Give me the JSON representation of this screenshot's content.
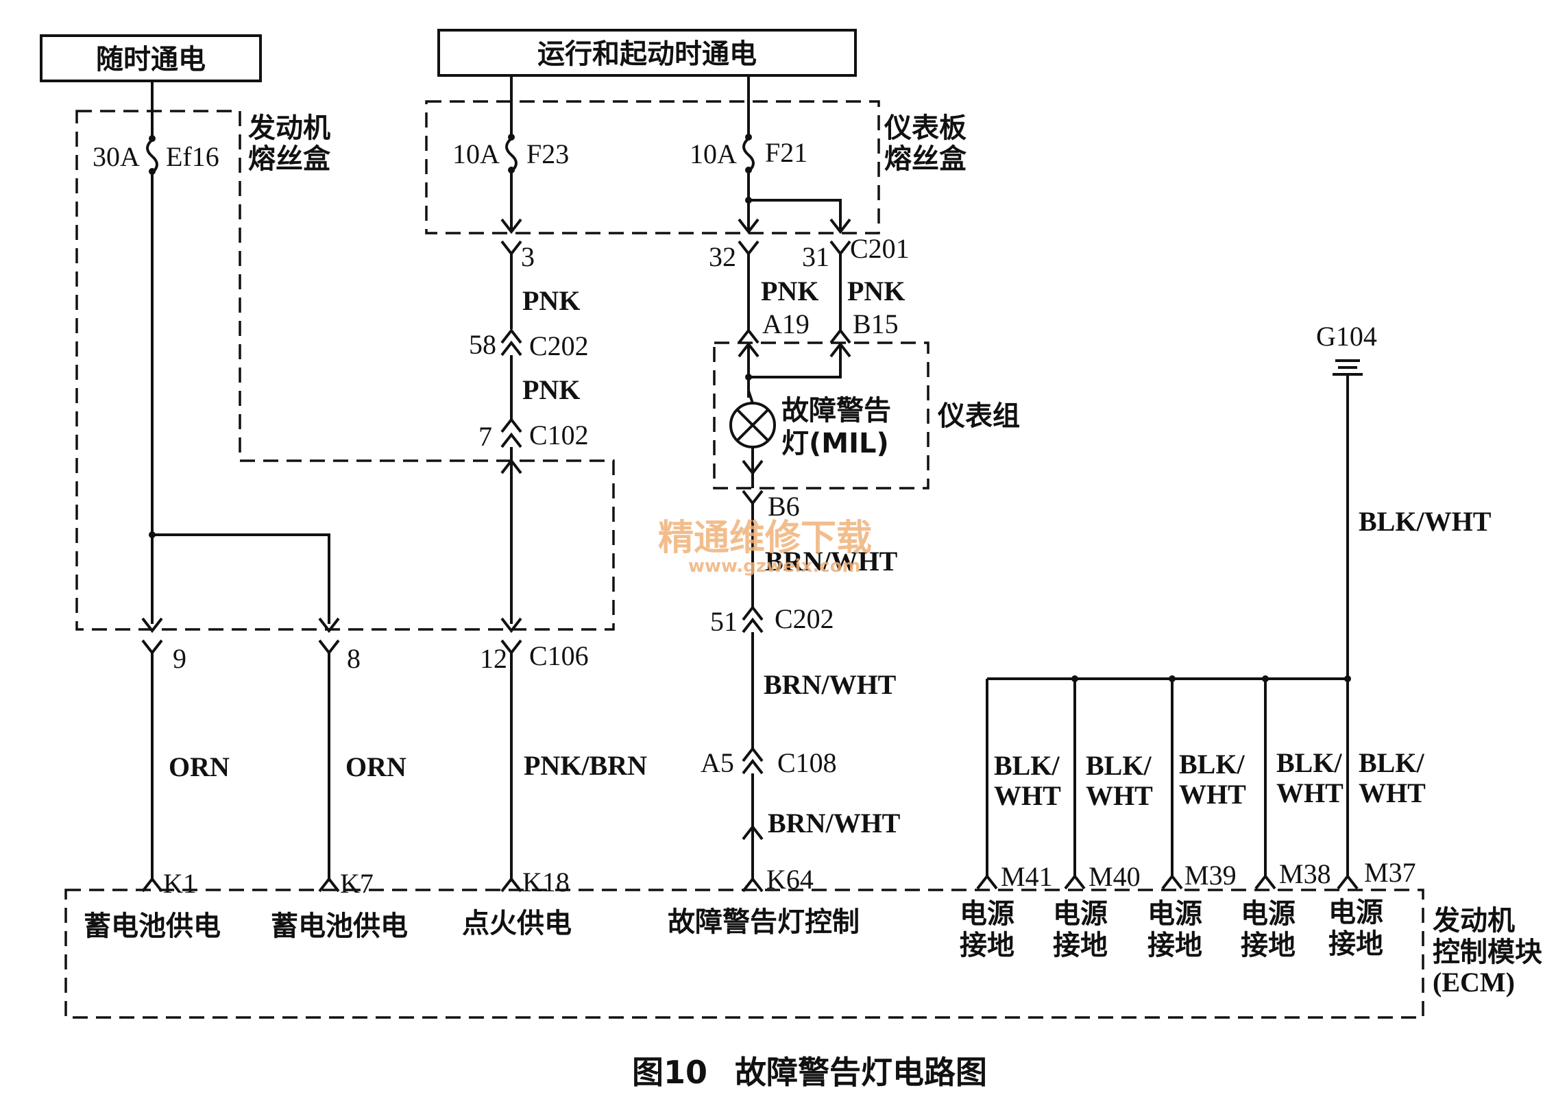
{
  "power": {
    "always_on": "随时通电",
    "run_start": "运行和起动时通电"
  },
  "fuse_boxes": {
    "engine": "发动机熔丝盒",
    "panel": "仪表板熔丝盒"
  },
  "fuses": [
    {
      "rating": "30A",
      "id": "Ef16"
    },
    {
      "rating": "10A",
      "id": "F23"
    },
    {
      "rating": "10A",
      "id": "F21"
    }
  ],
  "connectors": {
    "c201": "C201",
    "c202": "C202",
    "c102": "C102",
    "c106": "C106",
    "c108": "C108",
    "pin_3": "3",
    "pin_32": "32",
    "pin_31": "31",
    "pin_58": "58",
    "pin_7": "7",
    "pin_a19": "A19",
    "pin_b15": "B15",
    "pin_b6": "B6",
    "pin_51": "51",
    "pin_9": "9",
    "pin_8": "8",
    "pin_12": "12",
    "pin_a5": "A5"
  },
  "wires": {
    "pnk": "PNK",
    "orn": "ORN",
    "pnk_brn": "PNK/BRN",
    "brn_wht": "BRN/WHT",
    "blk_wht": "BLK/WHT",
    "blk_part": "BLK/",
    "wht_part": "WHT"
  },
  "cluster": {
    "name": "仪表组",
    "lamp_line1": "故障警告",
    "lamp_line2": "灯(MIL)"
  },
  "ground": "G104",
  "ecm": {
    "name_line1": "发动机",
    "name_line2": "控制模块",
    "name_line3": "(ECM)",
    "pins": [
      {
        "pin": "K1",
        "label": "蓄电池供电"
      },
      {
        "pin": "K7",
        "label": "蓄电池供电"
      },
      {
        "pin": "K18",
        "label": "点火供电"
      },
      {
        "pin": "K64",
        "label": "故障警告灯控制"
      }
    ],
    "ground_pins": [
      "M41",
      "M40",
      "M39",
      "M38",
      "M37"
    ],
    "ground_label_line1": "电源",
    "ground_label_line2": "接地"
  },
  "watermark": {
    "text": "精通维修下载",
    "url": "www.gzweix.com"
  },
  "caption": {
    "figure": "图10",
    "title": "故障警告灯电路图"
  }
}
